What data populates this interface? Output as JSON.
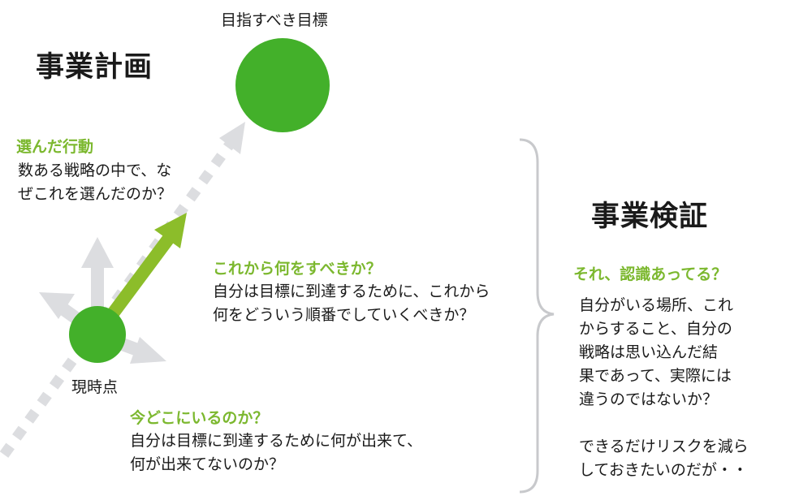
{
  "colors": {
    "circle": "#43b02a",
    "arrow": "#8cbd2a",
    "accent_text": "#7cb82f",
    "gray": "#dcdde0"
  },
  "plan_title": "事業計画",
  "goal_label": "目指すべき目標",
  "current_label": "現時点",
  "chosen": {
    "heading": "選んだ行動",
    "lines": [
      "数ある戦略の中で、な",
      "ぜこれを選んだのか？"
    ]
  },
  "next": {
    "heading": "これから何をすべきか？",
    "lines": [
      "自分は目標に到達するために、これから",
      "何をどういう順番でしていくべきか？"
    ]
  },
  "now": {
    "heading": "今どこにいるのか？",
    "lines": [
      "自分は目標に到達するために何が出来て、",
      "何が出来てないのか？"
    ]
  },
  "verify": {
    "title": "事業検証",
    "heading": "それ、認識あってる？",
    "lines": [
      "自分がいる場所、これ",
      "からすること、自分の",
      "戦略は思い込んだ結",
      "果であって、実際には",
      "違うのではないか？",
      "",
      "できるだけリスクを減ら",
      "しておきたいのだが・・"
    ]
  }
}
